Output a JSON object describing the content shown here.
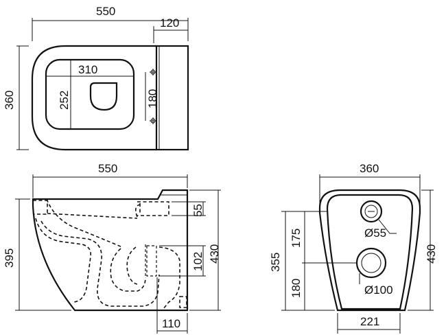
{
  "top_view": {
    "width": "550",
    "tank_depth": "120",
    "depth": "360",
    "seat_width": "310",
    "seat_depth": "252",
    "fixing_spacing": "180"
  },
  "side_view": {
    "length": "550",
    "height_front": "395",
    "height_back": "430",
    "inlet_height": "55",
    "outlet_spacing": "102",
    "outlet_offset": "110"
  },
  "back_view": {
    "width": "360",
    "height_total": "430",
    "height_inner": "355",
    "upper_spacing": "175",
    "lower_spacing": "180",
    "inlet_diameter": "Ø55",
    "outlet_diameter": "Ø100",
    "base_width": "221"
  }
}
